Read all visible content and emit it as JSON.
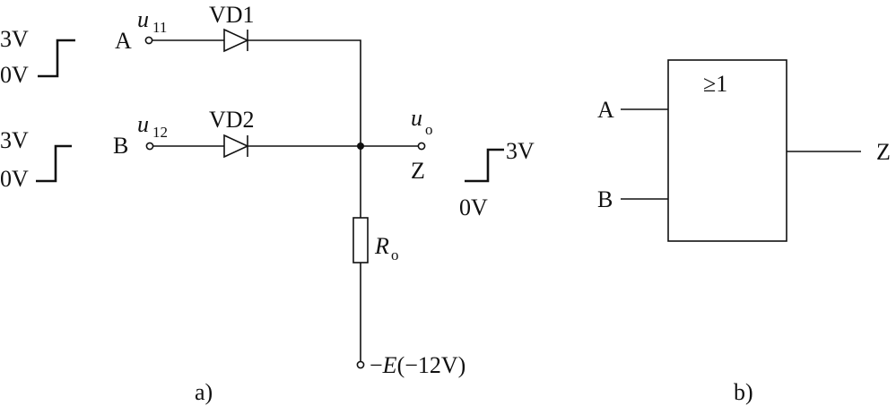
{
  "circuit": {
    "input_a": {
      "name": "A",
      "voltage_symbol": "u",
      "voltage_sub": "11",
      "diode": "VD1",
      "high_level": "3V",
      "low_level": "0V"
    },
    "input_b": {
      "name": "B",
      "voltage_symbol": "u",
      "voltage_sub": "12",
      "diode": "VD2",
      "high_level": "3V",
      "low_level": "0V"
    },
    "output": {
      "name": "Z",
      "voltage_symbol": "u",
      "voltage_sub": "o",
      "high_level": "3V",
      "low_level": "0V"
    },
    "resistor": {
      "symbol": "R",
      "sub": "o"
    },
    "supply": {
      "prefix": "−",
      "symbol": "E",
      "value": "(−12V)"
    },
    "caption": "a)"
  },
  "gate": {
    "symbol": "≥1",
    "input_a": "A",
    "input_b": "B",
    "output": "Z",
    "caption": "b)"
  }
}
